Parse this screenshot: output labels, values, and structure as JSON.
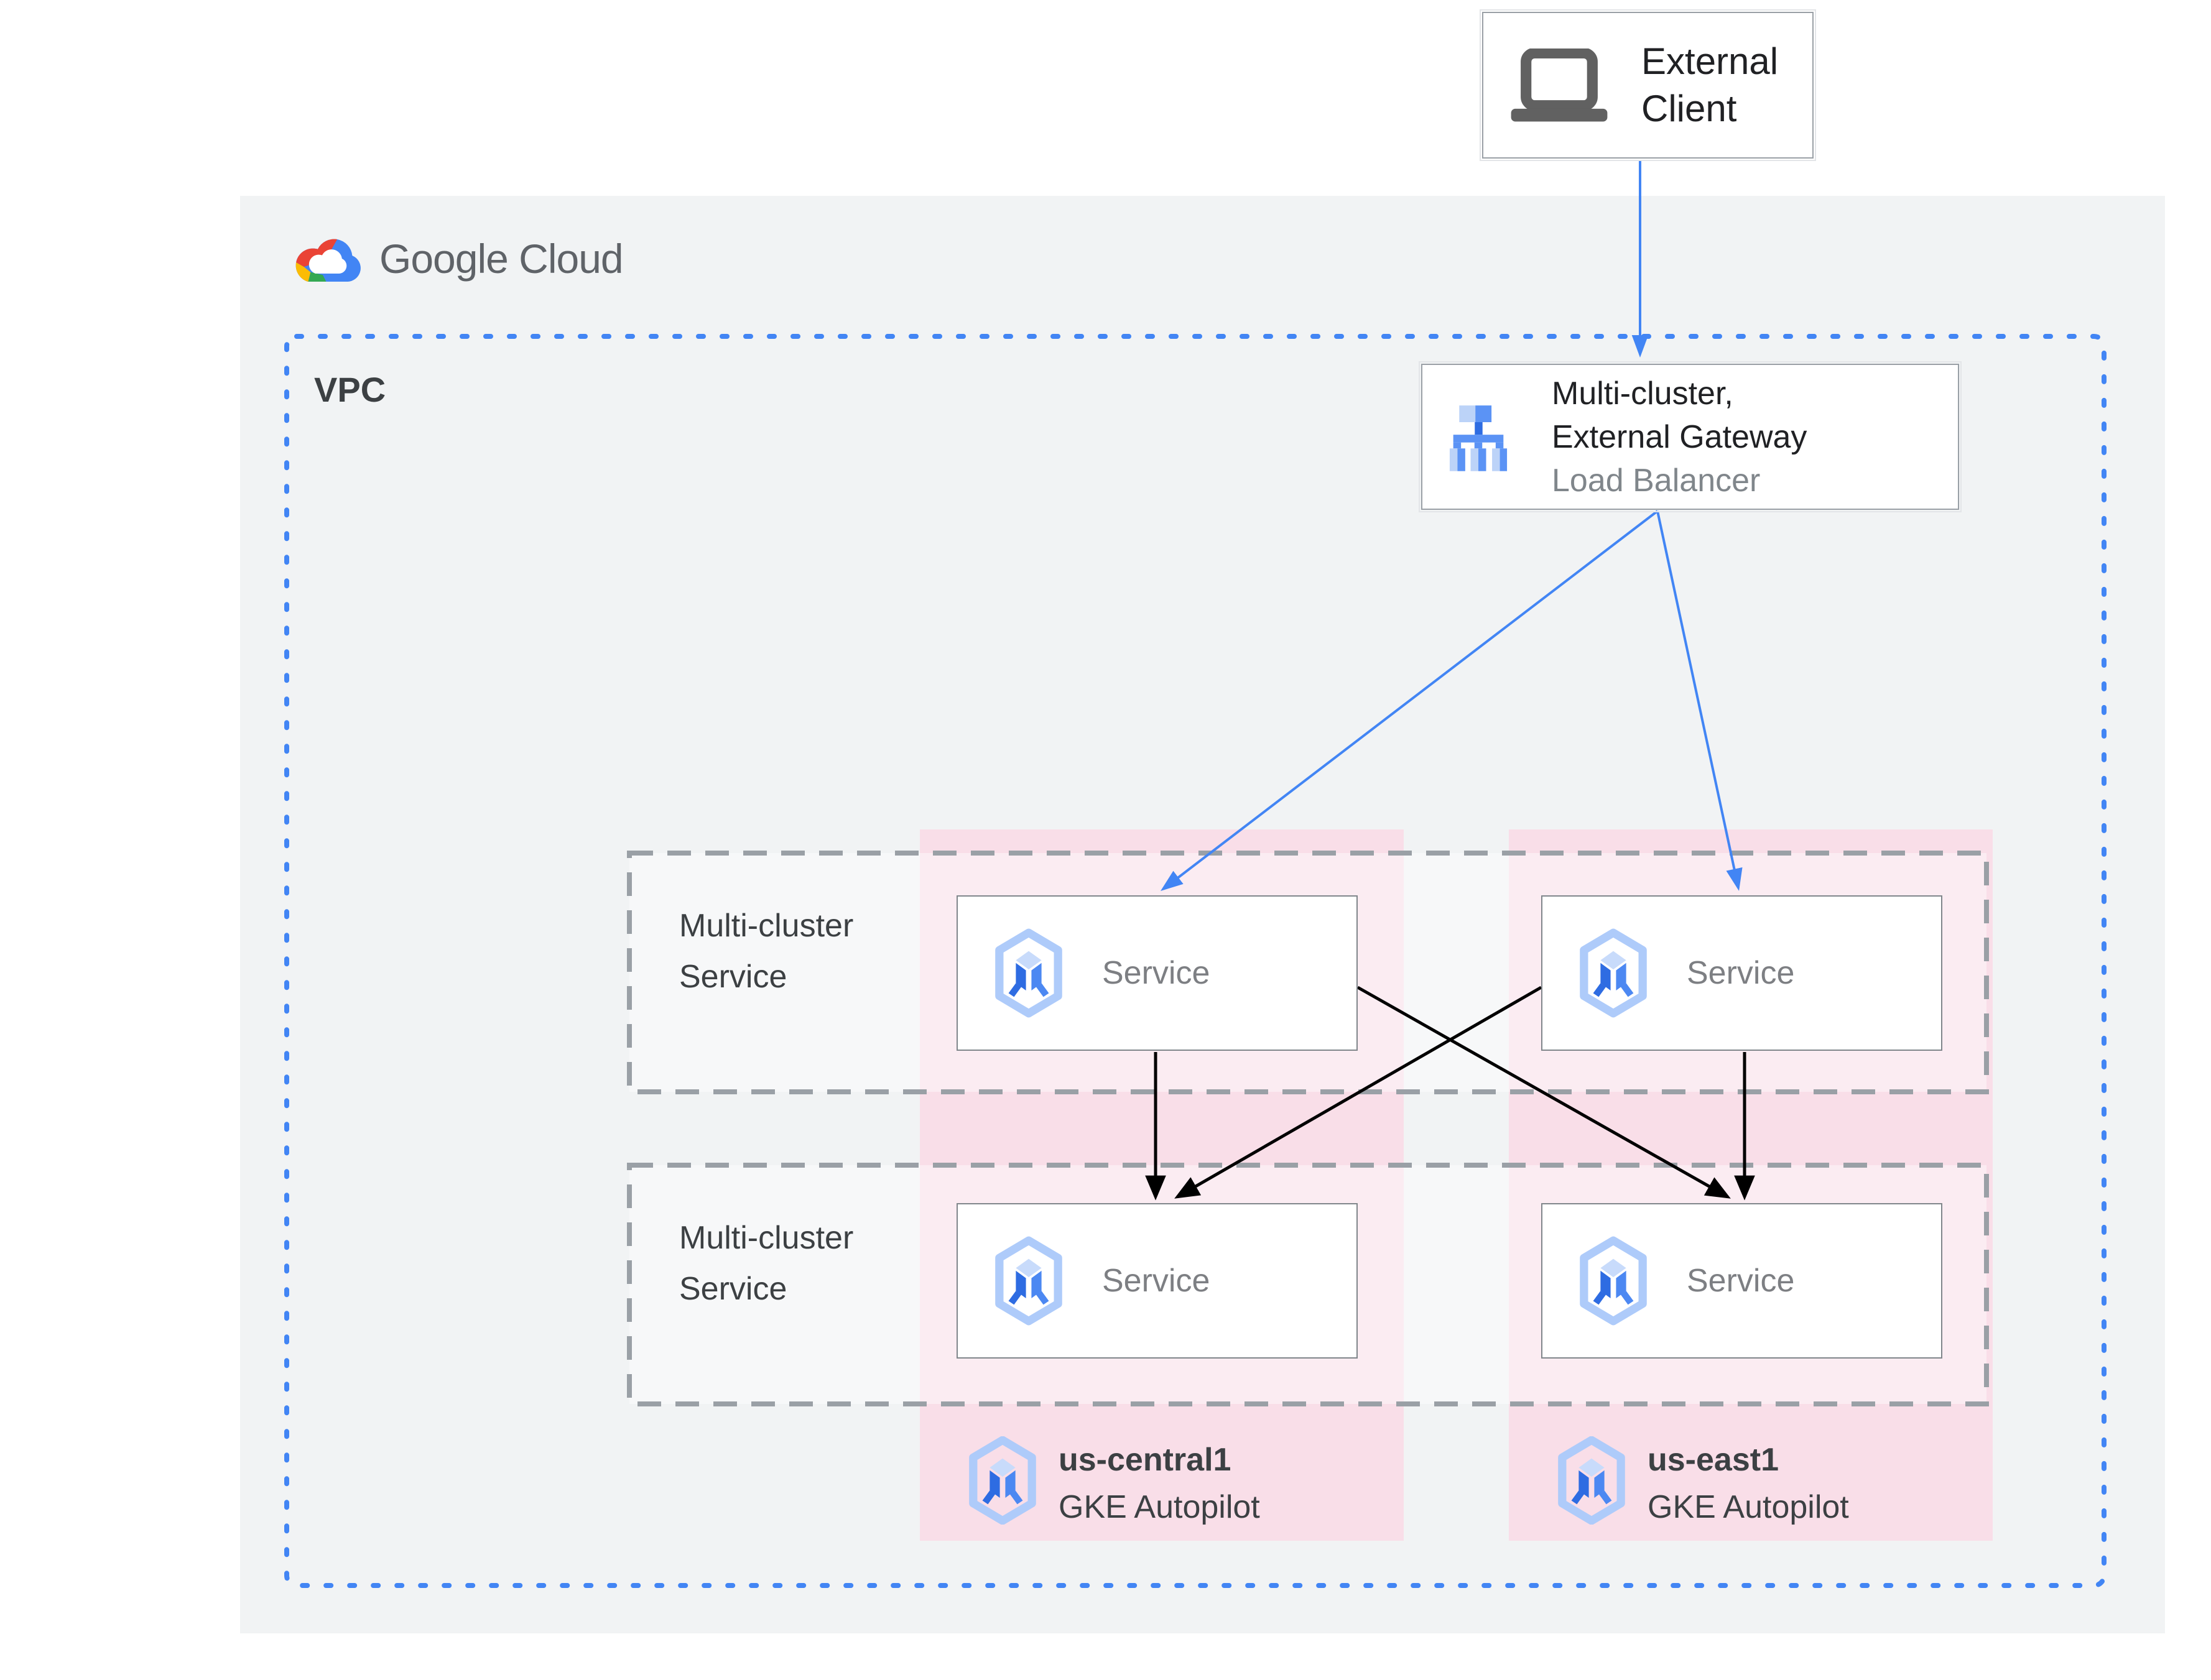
{
  "theme": {
    "bg": "#ffffff",
    "panel": "#f1f3f4",
    "pink": "#f9dee8",
    "rowfill": "rgba(255,255,255,0.42)",
    "blue": "#4285f4",
    "dash": "#9aa0a6",
    "box_border": "#80868b",
    "node_border": "#9aa0a6",
    "halo": "#e3e5e8",
    "ink": "#202124",
    "label": "#3c4043",
    "mid": "#7d7f83",
    "sub": "#80868b",
    "logo_ink": "#5f6368",
    "laptop": "#616161",
    "gke_light": "#aecbfa",
    "gke_pale": "#c8dbfb",
    "gke_mid": "#4c88f2",
    "gke_dark": "#2e6ce2",
    "lb_light": "#bcd3f8",
    "lb_mid": "#5b93f5",
    "lb_dark": "#2e6ce2",
    "logo_red": "#ea4335",
    "logo_yellow": "#fbbc04",
    "logo_green": "#34a853",
    "logo_blue": "#4285f4",
    "black": "#000000"
  },
  "brand": {
    "logo_text": "Google Cloud",
    "icon": "google-cloud-logo"
  },
  "external_client": {
    "label": "External Client",
    "icon": "laptop-icon"
  },
  "vpc": {
    "label": "VPC"
  },
  "gateway": {
    "title": "Multi-cluster, External Gateway",
    "subtitle": "Load Balancer",
    "icon": "load-balancer-icon"
  },
  "service_rows": [
    {
      "label": "Multi-cluster Service"
    },
    {
      "label": "Multi-cluster Service"
    }
  ],
  "services": [
    {
      "label": "Service",
      "icon": "gke-service-icon"
    },
    {
      "label": "Service",
      "icon": "gke-service-icon"
    },
    {
      "label": "Service",
      "icon": "gke-service-icon"
    },
    {
      "label": "Service",
      "icon": "gke-service-icon"
    }
  ],
  "clusters": [
    {
      "name": "us-central1",
      "product": "GKE Autopilot",
      "icon": "gke-cluster-icon"
    },
    {
      "name": "us-east1",
      "product": "GKE Autopilot",
      "icon": "gke-cluster-icon"
    }
  ]
}
